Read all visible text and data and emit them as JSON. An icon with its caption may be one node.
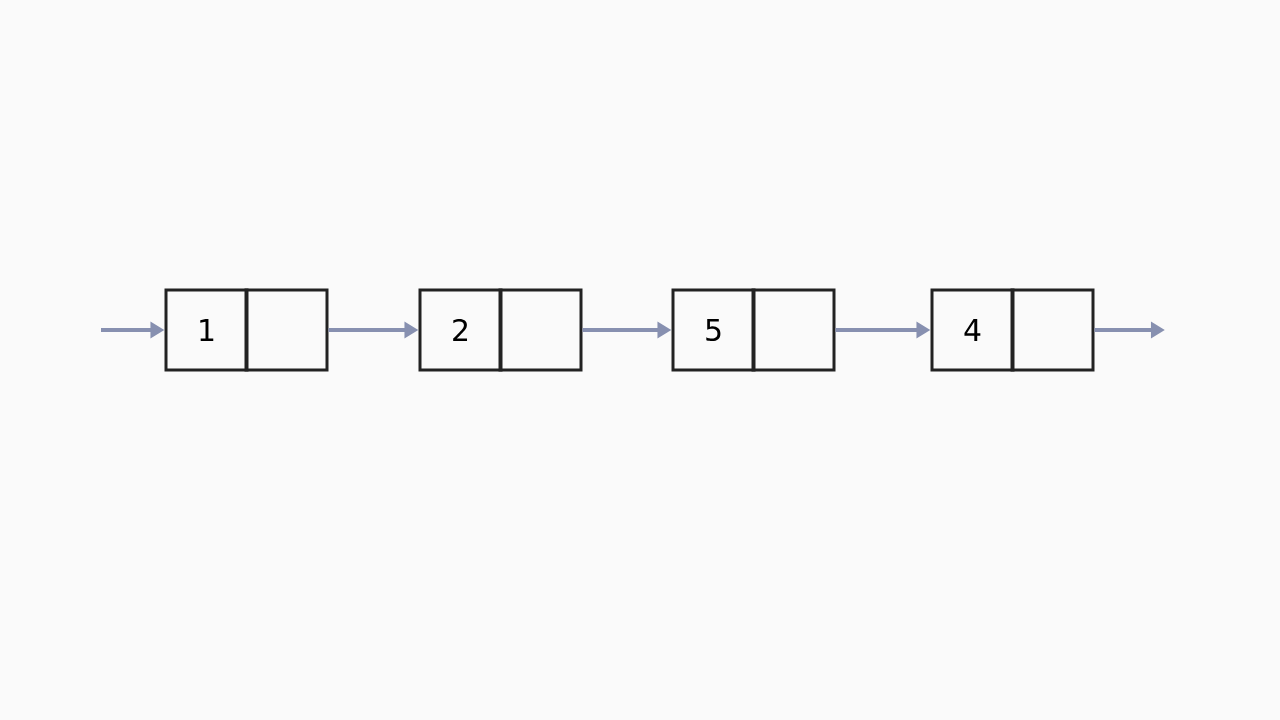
{
  "diagram": {
    "nodes": [
      {
        "text": [
          "1"
        ]
      },
      {
        "text": [],
        "shape": "box"
      },
      {
        "text": [
          "2"
        ]
      },
      {
        "text": [],
        "shape": "box"
      },
      {
        "text": [
          "5"
        ]
      },
      {
        "text": [],
        "shape": "box"
      },
      {
        "text": [
          "4"
        ]
      },
      {
        "text": [],
        "shape": "box"
      }
    ],
    "edges": [
      {
        "from": null,
        "to": 0,
        "arrow": "to"
      },
      {
        "from": 1,
        "to": 2,
        "arrow": "to"
      },
      {
        "from": 3,
        "to": 4,
        "arrow": "to"
      },
      {
        "from": 5,
        "to": 6,
        "arrow": "to"
      },
      {
        "from": 7,
        "to": null,
        "arrow": "to"
      }
    ]
  }
}
